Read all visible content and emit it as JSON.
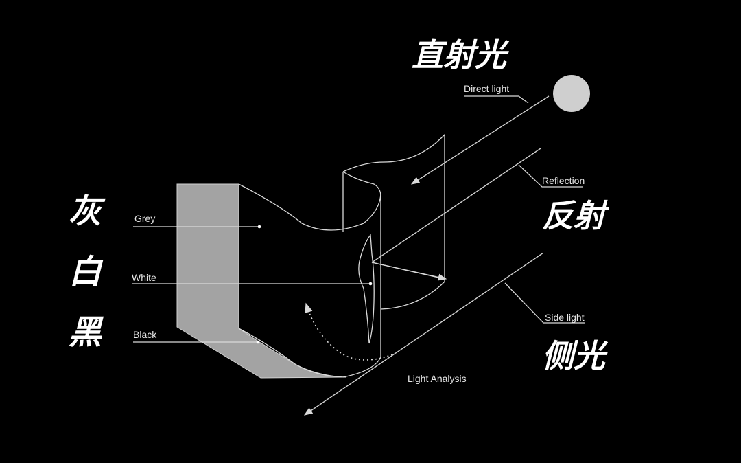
{
  "colors": {
    "background": "#000000",
    "line": "#d9d9d9",
    "grey_fill": "#a3a3a3",
    "sun": "#cfcfcf",
    "text": "#ffffff"
  },
  "headings": {
    "direct": "直射光",
    "reflection": "反射",
    "side": "侧光",
    "grey": "灰",
    "white": "白",
    "black": "黑"
  },
  "labels": {
    "direct_light": "Direct light",
    "reflection": "Reflection",
    "side_light": "Side light",
    "grey": "Grey",
    "white": "White",
    "black": "Black",
    "analysis": "Light Analysis"
  }
}
